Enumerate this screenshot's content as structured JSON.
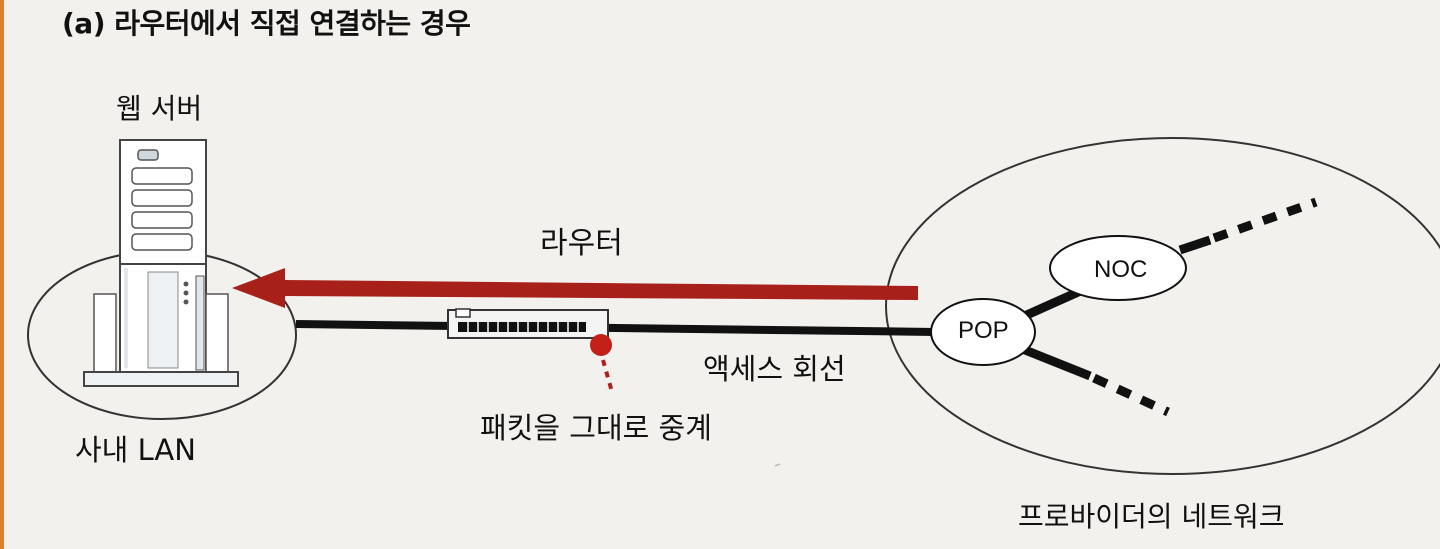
{
  "title": "(a) 라우터에서 직접 연결하는 경우",
  "labels": {
    "web_server": "웹 서버",
    "internal_lan": "사내 LAN",
    "router": "라우터",
    "access_line": "액세스 회선",
    "relay": "패킷을 그대로 중계",
    "provider_network": "프로바이더의 네트워크"
  },
  "nodes": {
    "noc": "NOC",
    "pop": "POP"
  },
  "colors": {
    "arrow": "#a8201a",
    "relay_dot": "#c4201a",
    "line": "#111111"
  }
}
